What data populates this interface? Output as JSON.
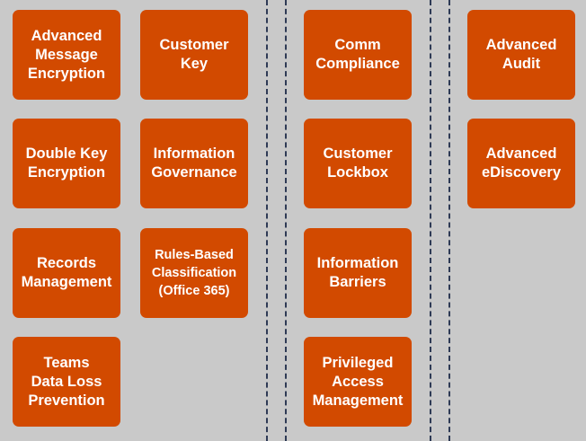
{
  "tiles": {
    "advanced_message_encryption": "Advanced\nMessage\nEncryption",
    "customer_key": "Customer\nKey",
    "comm_compliance": "Comm\nCompliance",
    "advanced_audit": "Advanced\nAudit",
    "double_key_encryption": "Double Key\nEncryption",
    "information_governance": "Information\nGovernance",
    "customer_lockbox": "Customer\nLockbox",
    "advanced_ediscovery": "Advanced\neDiscovery",
    "records_management": "Records\nManagement",
    "rules_based_classification": "Rules-Based\nClassification\n(Office 365)",
    "information_barriers": "Information\nBarriers",
    "teams_dlp": "Teams\nData Loss\nPrevention",
    "privileged_access_management": "Privileged\nAccess\nManagement"
  },
  "colors": {
    "background": "#c9c9c9",
    "tile": "#d24a00",
    "tile_text": "#ffffff",
    "divider": "#2e3a55"
  }
}
